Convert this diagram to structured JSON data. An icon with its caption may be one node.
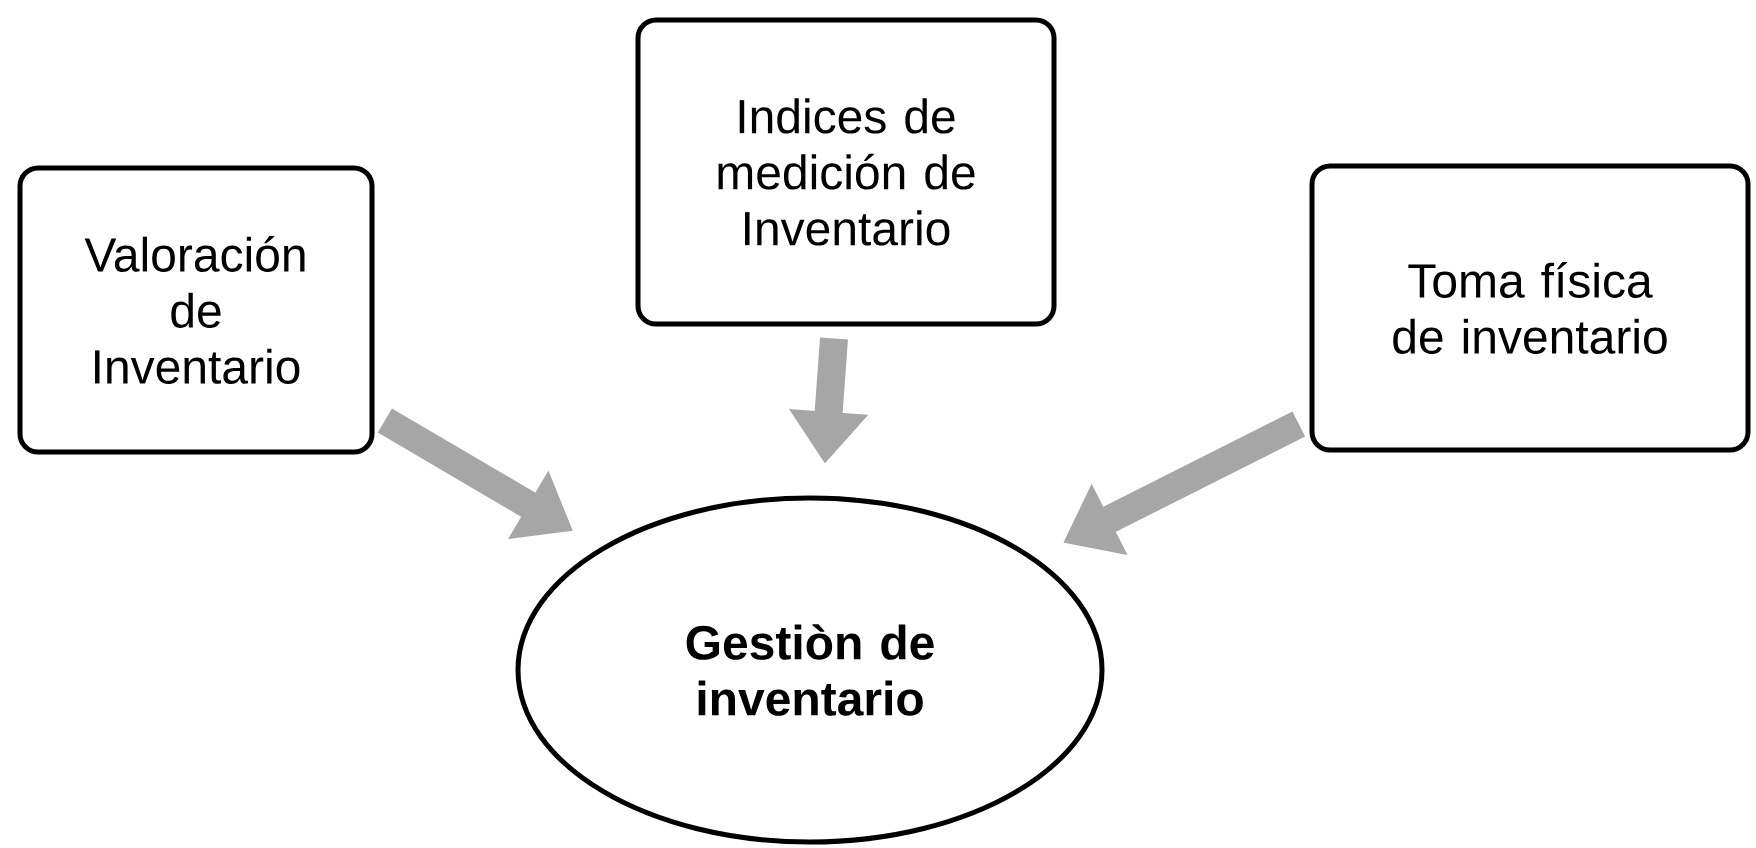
{
  "diagram": {
    "nodes": [
      {
        "text": [
          "Valoración de Inventario"
        ]
      },
      {
        "text": [
          "Indices de medición de Inventario"
        ]
      },
      {
        "text": [
          "Toma física de inventario"
        ]
      },
      {
        "text": [
          "Gestiòn de inventario"
        ]
      }
    ],
    "edges": [
      {
        "from": 0,
        "to": 3,
        "arrow": "to"
      },
      {
        "from": 1,
        "to": 3,
        "arrow": "to"
      },
      {
        "from": 2,
        "to": 3,
        "arrow": "to"
      }
    ]
  }
}
